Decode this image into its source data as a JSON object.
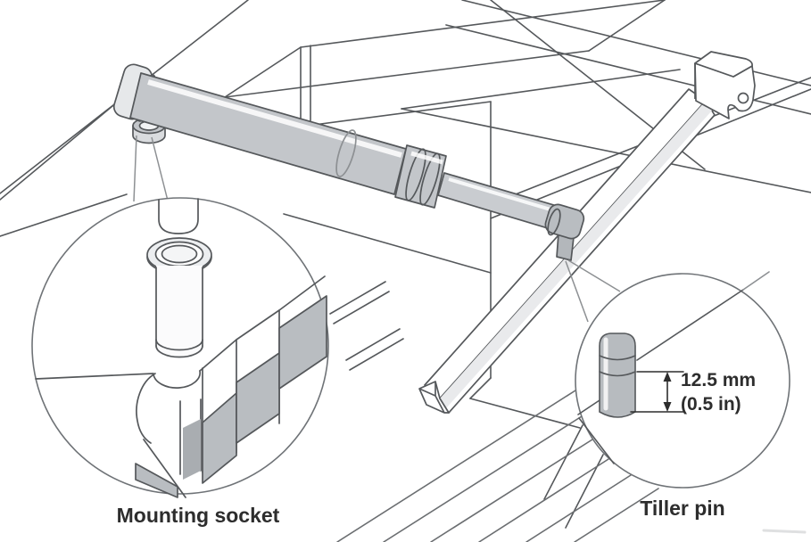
{
  "diagram": {
    "type": "technical-illustration",
    "subject": "Tiller pilot installation in sailboat cockpit",
    "labels": {
      "mounting_socket": "Mounting socket",
      "tiller_pin": "Tiller pin"
    },
    "dimension": {
      "line1": "12.5 mm",
      "line2": "(0.5 in)"
    },
    "colors": {
      "background": "#ffffff",
      "outline": "#55585b",
      "light_outline": "#8d9093",
      "metal_gray": "#c3c6ca",
      "shade_gray": "#b9bdc1",
      "dark_gray": "#aaaeb2",
      "text": "#2d2d2d"
    }
  }
}
